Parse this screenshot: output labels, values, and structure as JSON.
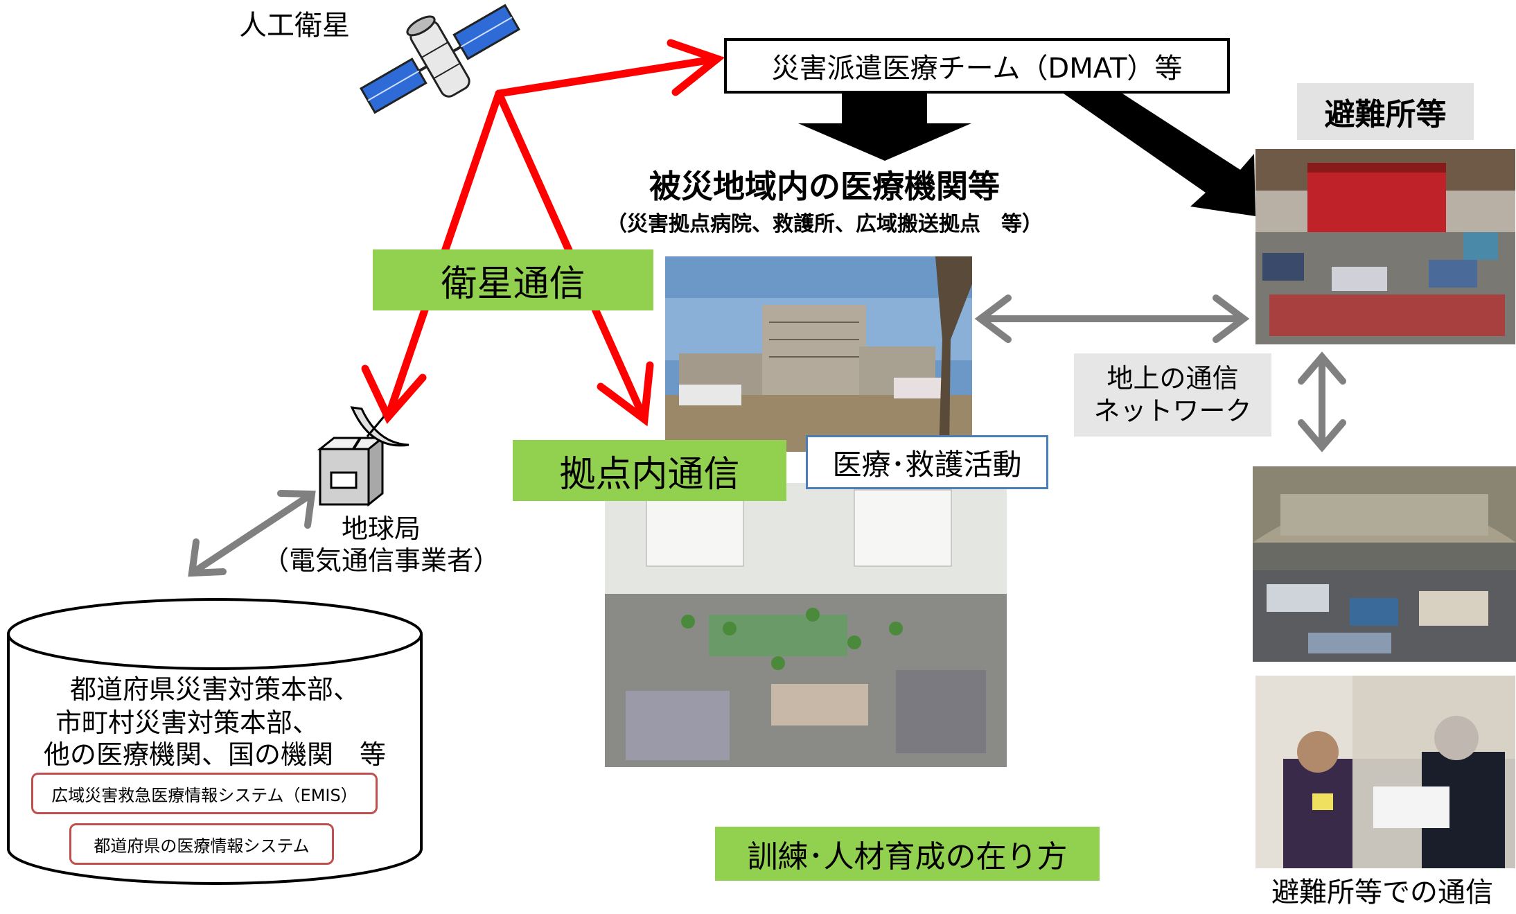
{
  "satellite": {
    "label": "人工衛星"
  },
  "dmat": {
    "label": "災害派遣医療チーム（DMAT）等"
  },
  "shelter": {
    "title": "避難所等",
    "caption": "避難所等での通信"
  },
  "affected_area": {
    "title": "被災地域内の医療機関等",
    "subtitle": "（災害拠点病院、救護所、広域搬送拠点　等）"
  },
  "links": {
    "satellite_comm": "衛星通信",
    "onsite_comm": "拠点内通信",
    "ground_network_line1": "地上の通信",
    "ground_network_line2": "ネットワーク"
  },
  "medical_activity": {
    "label": "医療･救護活動"
  },
  "earth_station": {
    "line1": "地球局",
    "line2": "（電気通信事業者）"
  },
  "headquarters": {
    "line1": "都道府県災害対策本部、",
    "line2": "市町村災害対策本部、",
    "line3": "他の医療機関、国の機関　等",
    "system1": "広域災害救急医療情報システム（EMIS）",
    "system2": "都道府県の医療情報システム"
  },
  "training": {
    "label": "訓練･人材育成の在り方"
  },
  "colors": {
    "red_arrow": "#ff0000",
    "grey_arrow": "#808080",
    "green_label": "#92d050",
    "blue_border": "#4a7ebb",
    "red_border": "#c0504d"
  },
  "icons": [
    "satellite-icon",
    "earth-station-icon"
  ]
}
